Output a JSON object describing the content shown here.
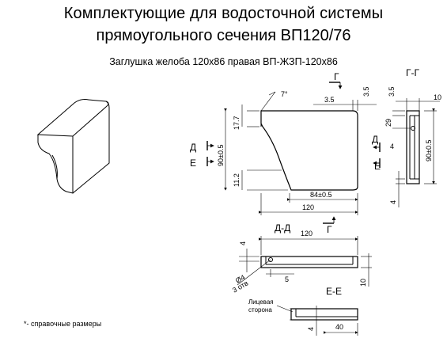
{
  "header": {
    "title_line1": "Комплектующие для водосточной системы",
    "title_line2": "прямоугольного сечения ВП120/76",
    "subtitle": "Заглушка желоба 120х86 правая ВП-ЖЗП-120х86"
  },
  "footnote": "*- справочные размеры",
  "sections": {
    "gg": "Г-Г",
    "dd": "Д-Д",
    "ee": "Е-Е",
    "g": "Г",
    "d": "Д",
    "e": "Е"
  },
  "front_view": {
    "dim_angle": "7°",
    "dim_3_5_top": "3.5",
    "dim_3_5_right": "3.5",
    "dim_17_7": "17.7",
    "dim_90": "90±0.5",
    "dim_11_2": "11.2",
    "dim_84": "84±0.5",
    "dim_120": "120"
  },
  "side_view": {
    "dim_3_5": "3.5",
    "dim_10": "10",
    "dim_29": "29",
    "dim_4_mid": "4",
    "dim_90": "90±0.5",
    "dim_4_bottom": "4"
  },
  "bottom_view": {
    "dim_120": "120",
    "dim_4": "4",
    "dim_hole": "Ø4",
    "dim_holes_count": "3 отв",
    "dim_5": "5",
    "dim_10": "10"
  },
  "face_view": {
    "label_line1": "Лицевая",
    "label_line2": "сторона",
    "dim_4": "4",
    "dim_40": "40"
  }
}
